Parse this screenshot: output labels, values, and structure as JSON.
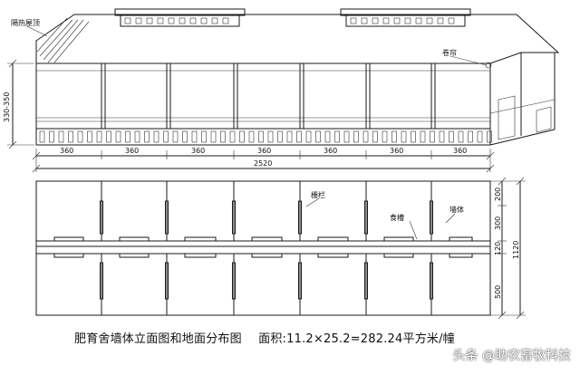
{
  "labels": {
    "insulated_roof": "隔热屋顶",
    "curtain": "卷帘",
    "fence": "栅栏",
    "feed_trough": "食槽",
    "wall": "墙体",
    "height_range": "330-350"
  },
  "elevation_dims": {
    "bay_widths": [
      "360",
      "360",
      "360",
      "360",
      "360",
      "360",
      "360"
    ],
    "total_length": "2520"
  },
  "plan_dims": {
    "segments": [
      "200",
      "300",
      "120",
      "500"
    ],
    "total_width": "1120"
  },
  "caption": {
    "title": "肥育舍墙体立面图和地面分布图",
    "area": "面积:11.2×25.2=282.24平方米/幢"
  },
  "watermark": "头条 @助农畜牧科技"
}
